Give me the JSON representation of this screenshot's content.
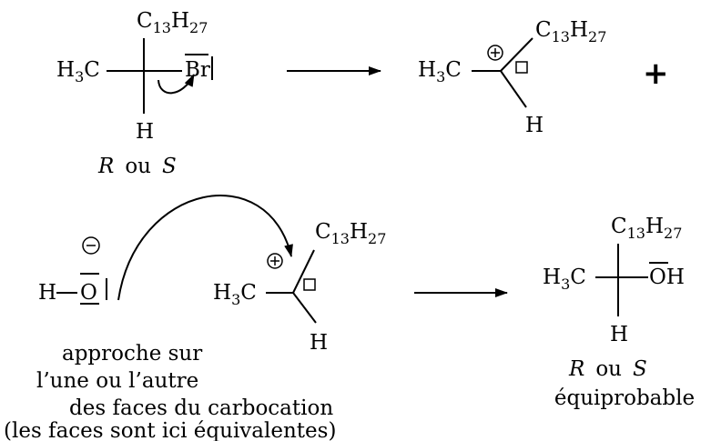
{
  "reactant": {
    "top": {
      "el": "C",
      "n": "13",
      "el2": "H",
      "n2": "27"
    },
    "left": {
      "el": "H",
      "n": "3",
      "el2": "C"
    },
    "right": "Br",
    "bottom": "H",
    "stereo": {
      "a": "R",
      "or": "ou",
      "b": "S"
    }
  },
  "carbocation1": {
    "upper": {
      "el": "C",
      "n": "13",
      "el2": "H",
      "n2": "27"
    },
    "left": {
      "el": "H",
      "n": "3",
      "el2": "C"
    },
    "bottom": "H"
  },
  "plus_sign": "+",
  "hydroxide": {
    "h": "H",
    "o": "O"
  },
  "carbocation2": {
    "upper": {
      "el": "C",
      "n": "13",
      "el2": "H",
      "n2": "27"
    },
    "left": {
      "el": "H",
      "n": "3",
      "el2": "C"
    },
    "bottom": "H"
  },
  "product": {
    "top": {
      "el": "C",
      "n": "13",
      "el2": "H",
      "n2": "27"
    },
    "left": {
      "el": "H",
      "n": "3",
      "el2": "C"
    },
    "right": "OH",
    "bottom": "H",
    "stereo": {
      "a": "R",
      "or": "ou",
      "b": "S"
    },
    "note": "équiprobable"
  },
  "caption": {
    "line1": "approche sur",
    "line2": "l’une ou l’autre",
    "line3": "des faces du carbocation",
    "line4": "(les faces sont ici équivalentes)"
  }
}
